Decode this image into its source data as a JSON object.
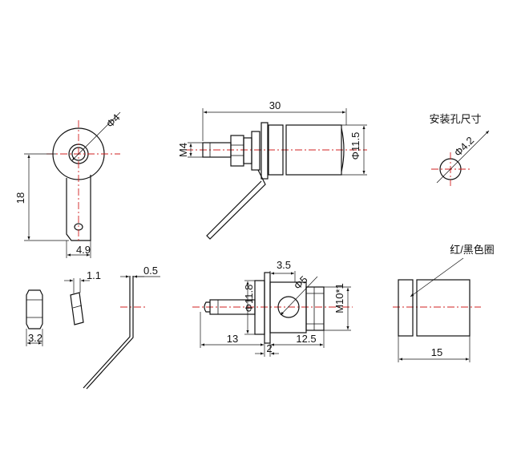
{
  "top_view": {
    "dia_label": "Φ4",
    "height_label": "18",
    "width_label": "4.9"
  },
  "side_view": {
    "length_label": "30",
    "thread_label": "M4",
    "dia_label": "Φ11.5"
  },
  "mount_hole": {
    "title": "安装孔尺寸",
    "dia_label": "Φ4.2"
  },
  "nut_view": {
    "thickness_label": "3.2"
  },
  "washer_view": {
    "thickness_label": "1.1"
  },
  "lug_view": {
    "thickness_label": "0.5"
  },
  "section_view": {
    "flange_label": "3.5",
    "hole_label": "Φ5",
    "dia_label": "Φ11.8",
    "thread_label": "M10*1",
    "left_len_label": "13",
    "flange_thk_label": "2",
    "right_len_label": "12.5"
  },
  "knob_view": {
    "ring_label": "红/黑色圈",
    "length_label": "15"
  },
  "colors": {
    "centerline": "#d22020",
    "line": "#111111"
  }
}
